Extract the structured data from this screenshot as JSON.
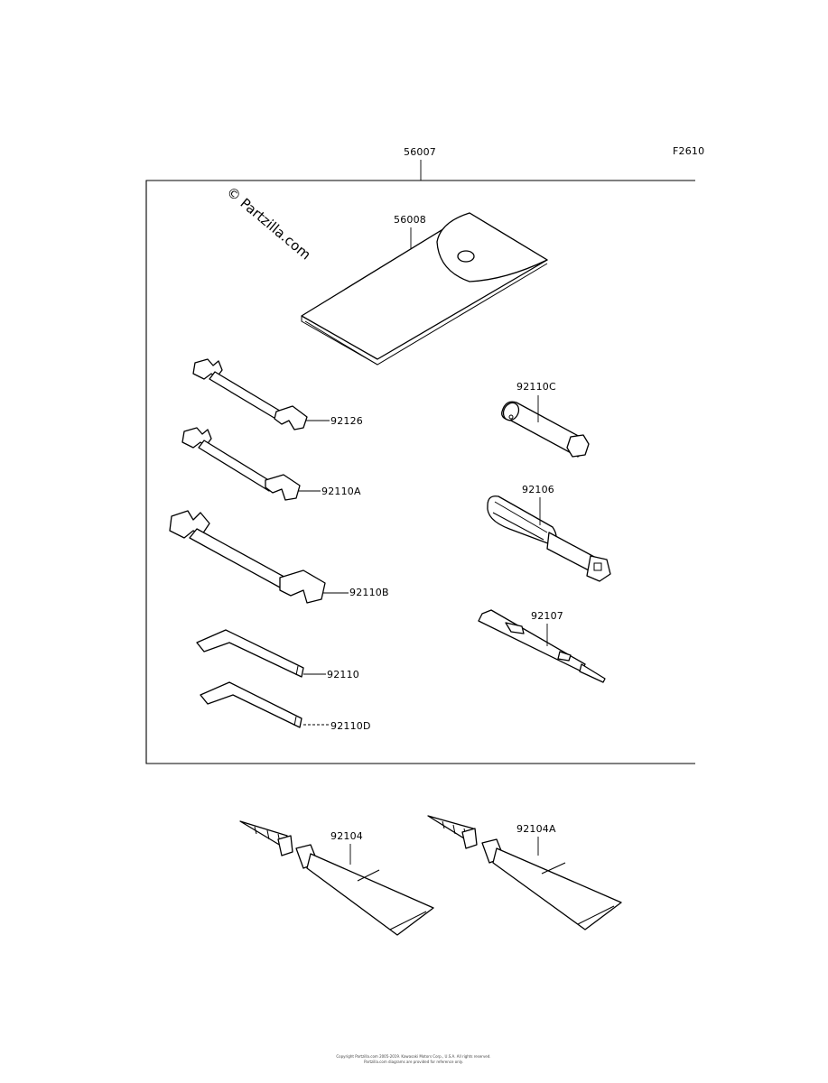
{
  "figure_code": "F2610",
  "watermark": "© Partzilla.com",
  "labels": {
    "kit": "56007",
    "pouch": "56008",
    "wrench_small": "92126",
    "wrench_medium": "92110A",
    "wrench_large": "92110B",
    "hex_key_large": "92110",
    "hex_key_small": "92110D",
    "socket_tube": "92110C",
    "handle": "92106",
    "screwdriver": "92107",
    "grease_tube": "92104",
    "grease_tube_alt": "92104A"
  },
  "footer": {
    "line1": "Copyright Partzilla.com 2005-2019. Kawasaki Motors Corp., U.S.A. All rights reserved.",
    "line2": "Partzilla.com diagrams are provided for reference only."
  }
}
